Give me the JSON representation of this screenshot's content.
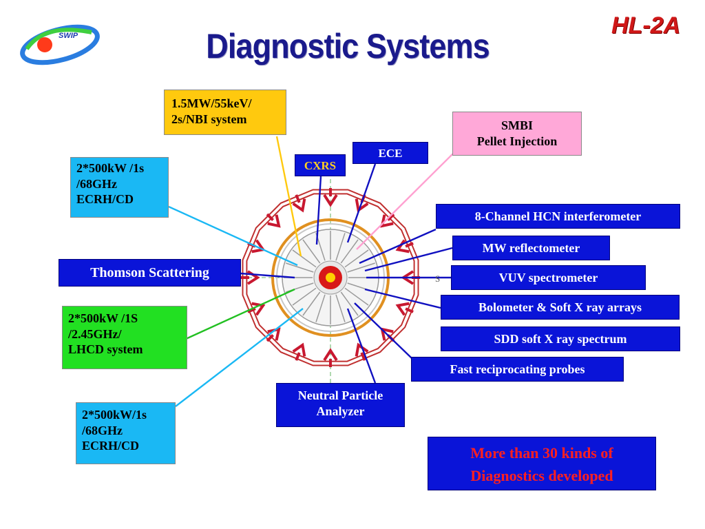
{
  "header": {
    "title": "Diagnostic Systems",
    "brand": "HL-2A",
    "logo_text": "SWIP"
  },
  "colors": {
    "title": "#1a1a8c",
    "brand": "#d01818",
    "blue_box": "#0a14d8",
    "cyan_box": "#1ab8f4",
    "green_box": "#22e022",
    "yellow_box": "#ffc90e",
    "pink_box": "#ffa8d8",
    "note_text": "#ff2020"
  },
  "labels": {
    "nbi": [
      "1.5MW/55keV/",
      "2s/NBI system"
    ],
    "smbi": [
      "SMBI",
      "Pellet Injection"
    ],
    "ece": "ECE",
    "cxrs": "CXRS",
    "ecrh_top": [
      "2*500kW /1s",
      "/68GHz",
      "ECRH/CD"
    ],
    "hcn": "8-Channel HCN interferometer",
    "mw": "MW reflectometer",
    "thomson": "Thomson Scattering",
    "vuv": "VUV spectrometer",
    "bolometer": "Bolometer & Soft X ray arrays",
    "lhcd": [
      "2*500kW /1S",
      "/2.45GHz/",
      "LHCD system"
    ],
    "sdd": "SDD soft X ray spectrum",
    "probes": "Fast reciprocating probes",
    "npa": [
      "Neutral Particle",
      "Analyzer"
    ],
    "ecrh_bottom": [
      "2*500kW/1s",
      "/68GHz",
      "ECRH/CD"
    ],
    "note": [
      "More than 30 kinds of",
      "Diagnostics developed"
    ],
    "axis_mark": "S"
  }
}
